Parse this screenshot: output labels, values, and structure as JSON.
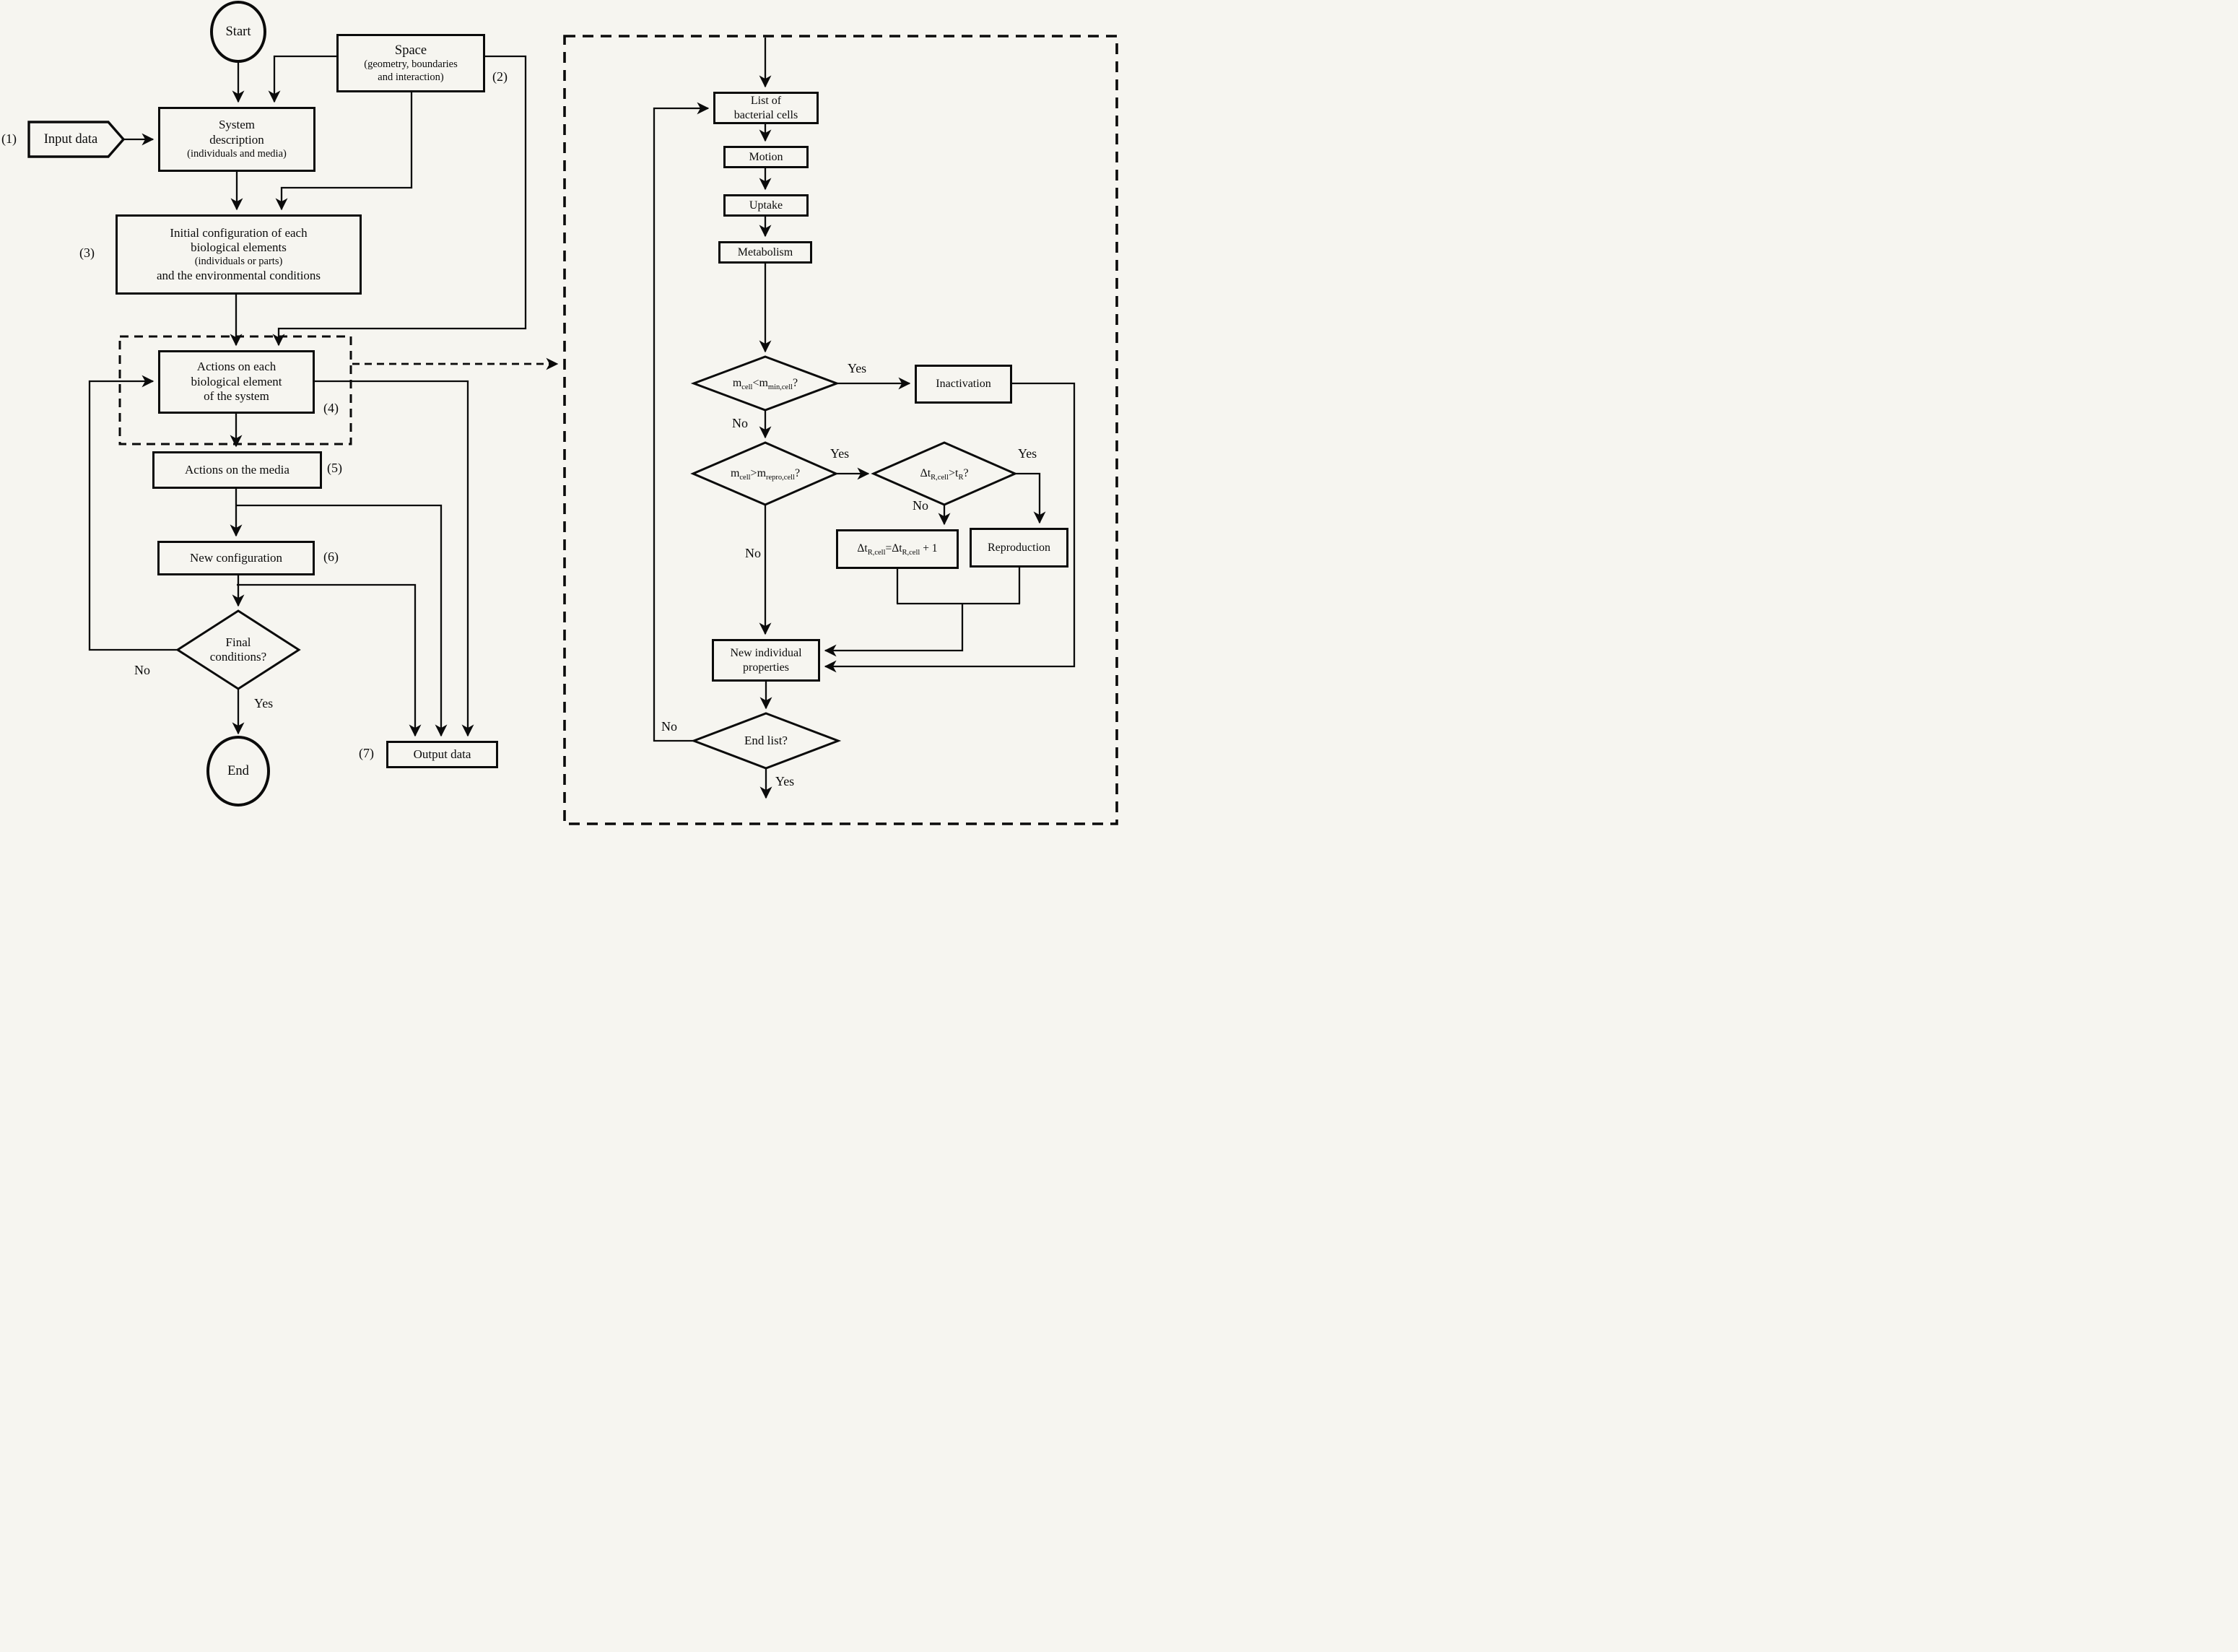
{
  "labels": {
    "yes": "Yes",
    "no": "No",
    "start": "Start",
    "end": "End"
  },
  "annotations": {
    "n1": "(1)",
    "n2": "(2)",
    "n3": "(3)",
    "n4": "(4)",
    "n5": "(5)",
    "n6": "(6)",
    "n7": "(7)"
  },
  "nodes": {
    "input_data": "Input data",
    "space": {
      "line1": "Space",
      "line2": "(geometry, boundaries",
      "line3": "and interaction)"
    },
    "system": {
      "line1": "System",
      "line2": "description",
      "line3": "(individuals and media)"
    },
    "initial": {
      "line1": "Initial configuration of each",
      "line2": "biological elements",
      "line3": "(individuals or parts)",
      "line4": "and the environmental conditions"
    },
    "actions_bio": {
      "line1": "Actions on each",
      "line2": "biological element",
      "line3": "of the system"
    },
    "actions_media": "Actions on the media",
    "new_config": "New configuration",
    "final_cond": {
      "line1": "Final",
      "line2": "conditions?"
    },
    "output_data": "Output data",
    "list_cells": {
      "line1": "List of",
      "line2": "bacterial cells"
    },
    "motion": "Motion",
    "uptake": "Uptake",
    "metabolism": "Metabolism",
    "inactivation": "Inactivation",
    "reproduction": "Reproduction",
    "new_ind": {
      "line1": "New individual",
      "line2": "properties"
    },
    "end_list": "End list?",
    "d1": {
      "p1": "m",
      "s1": "cell",
      "p2": "<m",
      "s2": "min,cell",
      "p3": "?"
    },
    "d2": {
      "p1": "m",
      "s1": "cell",
      "p2": ">m",
      "s2": "repro,cell",
      "p3": "?"
    },
    "d3": {
      "p1": "Δt",
      "s1": "R,cell",
      "p2": ">t",
      "s2": "R",
      "p3": "?"
    },
    "dt_update": {
      "p1": "Δt",
      "s1": "R,cell",
      "p2": "=Δt",
      "s2": "R,cell",
      "p3": " + 1"
    }
  },
  "colors": {
    "ink": "#0b0b0b",
    "paper": "#f6f5f0"
  }
}
